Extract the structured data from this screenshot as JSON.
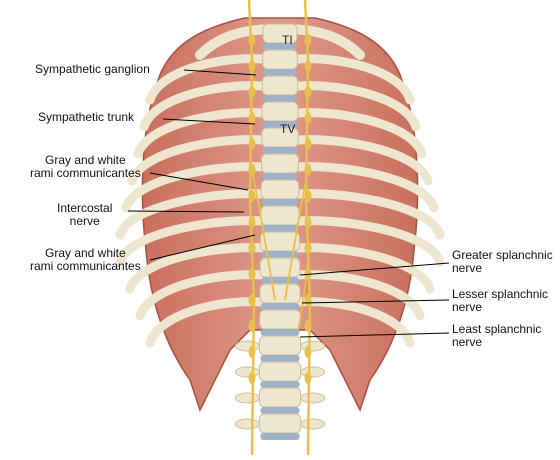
{
  "labels": {
    "sympathetic_ganglion": "Sympathetic ganglion",
    "sympathetic_trunk": "Sympathetic trunk",
    "gray_white_rami_1_line1": "Gray and white",
    "gray_white_rami_1_line2": "rami communicantes",
    "intercostal_line1": "Intercostal",
    "intercostal_line2": "nerve",
    "gray_white_rami_2_line1": "Gray and white",
    "gray_white_rami_2_line2": "rami communicantes",
    "greater_splanchnic_line1": "Greater splanchnic",
    "greater_splanchnic_line2": "nerve",
    "lesser_splanchnic_line1": "Lesser splanchnic",
    "lesser_splanchnic_line2": "nerve",
    "least_splanchnic_line1": "Least splanchnic",
    "least_splanchnic_line2": "nerve"
  },
  "vertebra_labels": {
    "t1": "TI",
    "t5": "TV"
  },
  "colors": {
    "muscle": "#d9897a",
    "muscle_dark": "#b8604f",
    "bone": "#efe6cf",
    "bone_shade": "#cdbf9c",
    "disc": "#9fb3c8",
    "nerve": "#e8c04a",
    "leader": "#000000"
  }
}
